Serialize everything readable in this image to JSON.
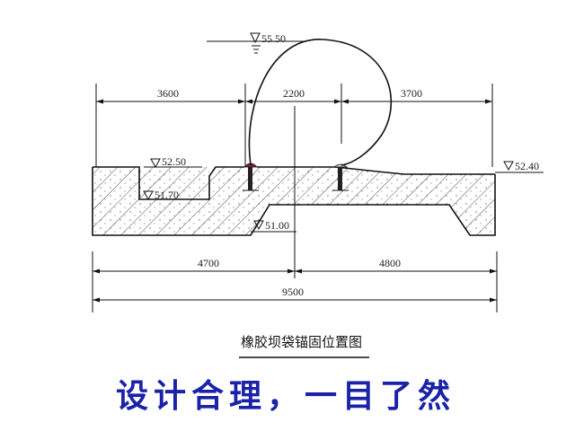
{
  "diagram": {
    "caption": "橡胶坝袋锚固位置图",
    "slogan": "设计合理，一目了然",
    "dimensions": {
      "top_left": "3600",
      "top_mid": "2200",
      "top_right": "3700",
      "bottom_left": "4700",
      "bottom_right": "4800",
      "total": "9500"
    },
    "elevations": {
      "water_level": "55.50",
      "left_crest": "52.50",
      "left_pit": "51.70",
      "base": "51.00",
      "right_crest": "52.40"
    },
    "colors": {
      "slogan": "#1a22a8",
      "anchor": "#8a1a4a",
      "line": "#111111"
    }
  }
}
